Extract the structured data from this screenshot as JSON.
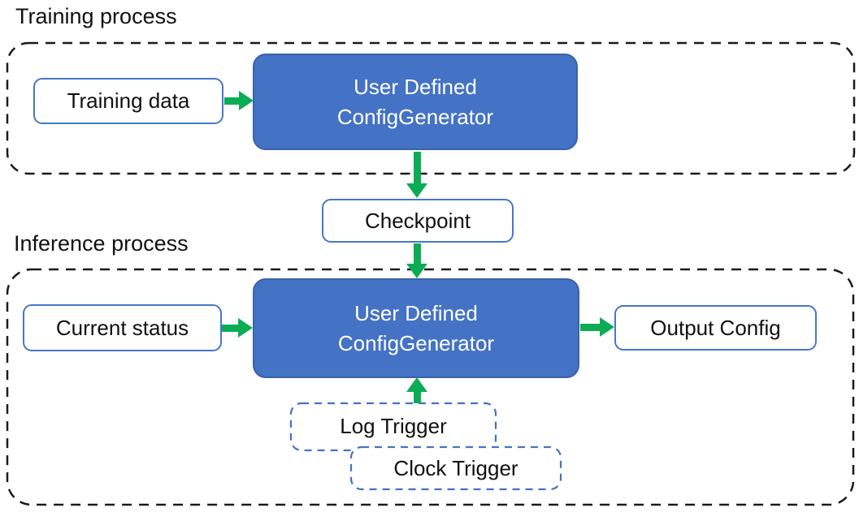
{
  "colors": {
    "canvas_bg": "#ffffff",
    "generator_fill": "#4472C4",
    "generator_border": "#3A62A8",
    "generator_text": "#ffffff",
    "io_box_border": "#4777C8",
    "io_box_fill": "#ffffff",
    "trigger_border": "#4472C4",
    "container_border": "#1a1a1a",
    "arrow_green": "#0CAC55",
    "label_text": "#111111"
  },
  "training": {
    "section_label": "Training process",
    "input_label": "Training data",
    "generator_line1": "User Defined",
    "generator_line2": "ConfigGenerator"
  },
  "checkpoint_label": "Checkpoint",
  "inference": {
    "section_label": "Inference process",
    "input_label": "Current status",
    "generator_line1": "User Defined",
    "generator_line2": "ConfigGenerator",
    "output_label": "Output Config",
    "trigger1_label": "Log Trigger",
    "trigger2_label": "Clock Trigger"
  },
  "edges": [
    {
      "from": "Training data",
      "to": "User Defined ConfigGenerator (training)",
      "direction": "right"
    },
    {
      "from": "User Defined ConfigGenerator (training)",
      "to": "Checkpoint",
      "direction": "down"
    },
    {
      "from": "Checkpoint",
      "to": "User Defined ConfigGenerator (inference)",
      "direction": "down"
    },
    {
      "from": "Current status",
      "to": "User Defined ConfigGenerator (inference)",
      "direction": "right"
    },
    {
      "from": "User Defined ConfigGenerator (inference)",
      "to": "Output Config",
      "direction": "right"
    },
    {
      "from": "Log Trigger / Clock Trigger",
      "to": "User Defined ConfigGenerator (inference)",
      "direction": "up"
    }
  ]
}
